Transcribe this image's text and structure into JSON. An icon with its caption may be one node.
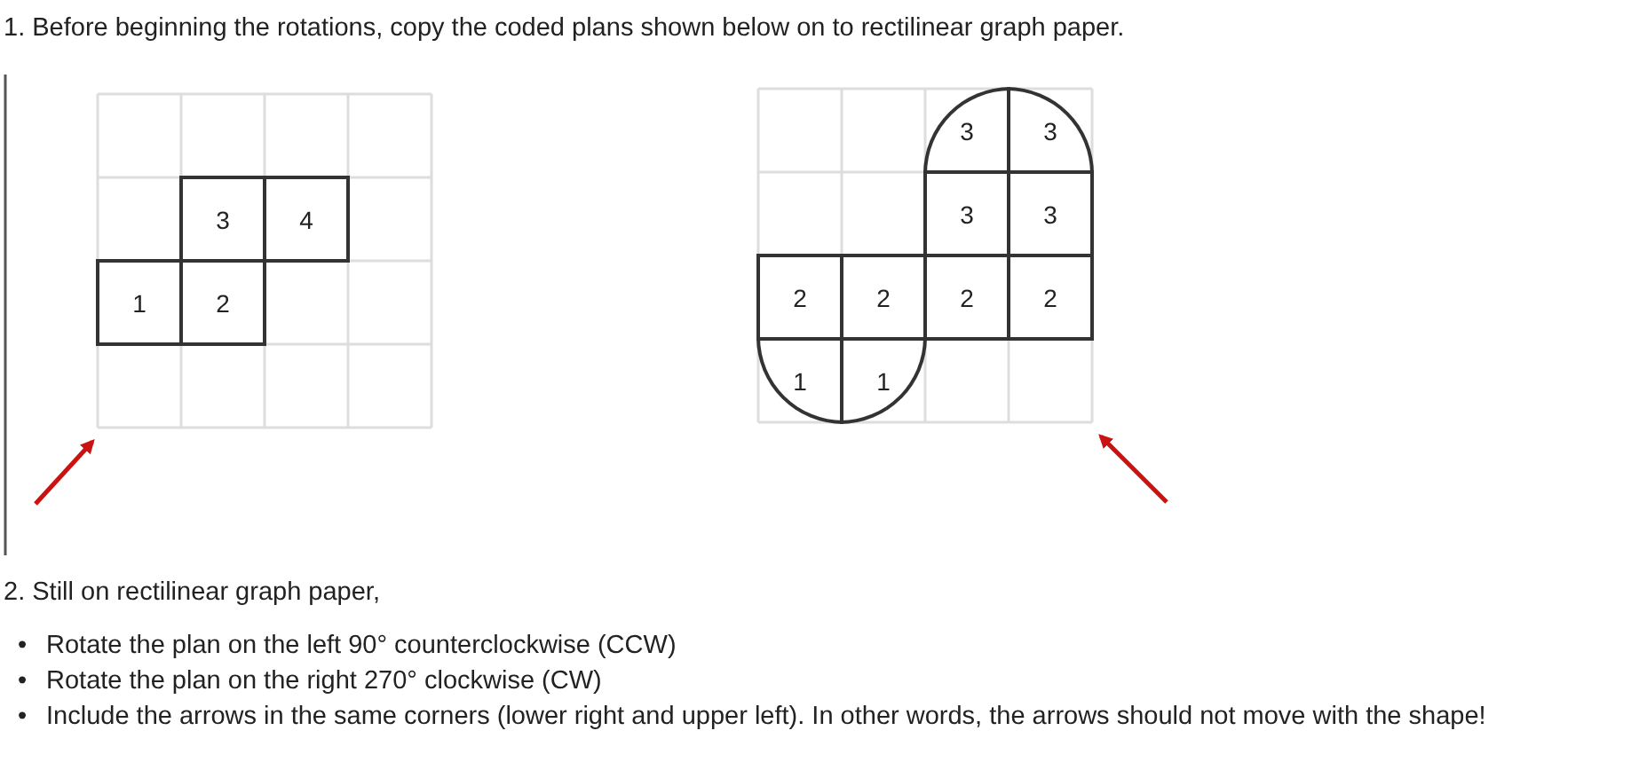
{
  "diagram": {
    "nodes": [
      {
        "text": [
          "3"
        ]
      },
      {
        "text": [
          "4"
        ]
      },
      {
        "text": [
          "1"
        ]
      },
      {
        "text": [
          "2"
        ]
      },
      {
        "text": [
          "3"
        ]
      },
      {
        "text": [
          "3"
        ]
      },
      {
        "text": [
          "3"
        ]
      },
      {
        "text": [
          "3"
        ]
      },
      {
        "text": [
          "2"
        ]
      },
      {
        "text": [
          "2"
        ]
      },
      {
        "text": [
          "2"
        ]
      },
      {
        "text": [
          "2"
        ]
      },
      {
        "text": [
          "1"
        ]
      },
      {
        "text": [
          "1"
        ]
      }
    ],
    "labels": [
      "1. Before beginning the rotations, copy the coded plans shown below on to rectilinear graph paper.",
      "2. Still on rectilinear graph paper,",
      "•",
      "Rotate the plan on the left 90° counterclockwise (CCW)",
      "•",
      "Rotate the plan on the right 270° clockwise (CW)",
      "•",
      "Include the arrows in the same corners (lower right and upper left). In other words, the arrows should not move with the shape!"
    ]
  }
}
